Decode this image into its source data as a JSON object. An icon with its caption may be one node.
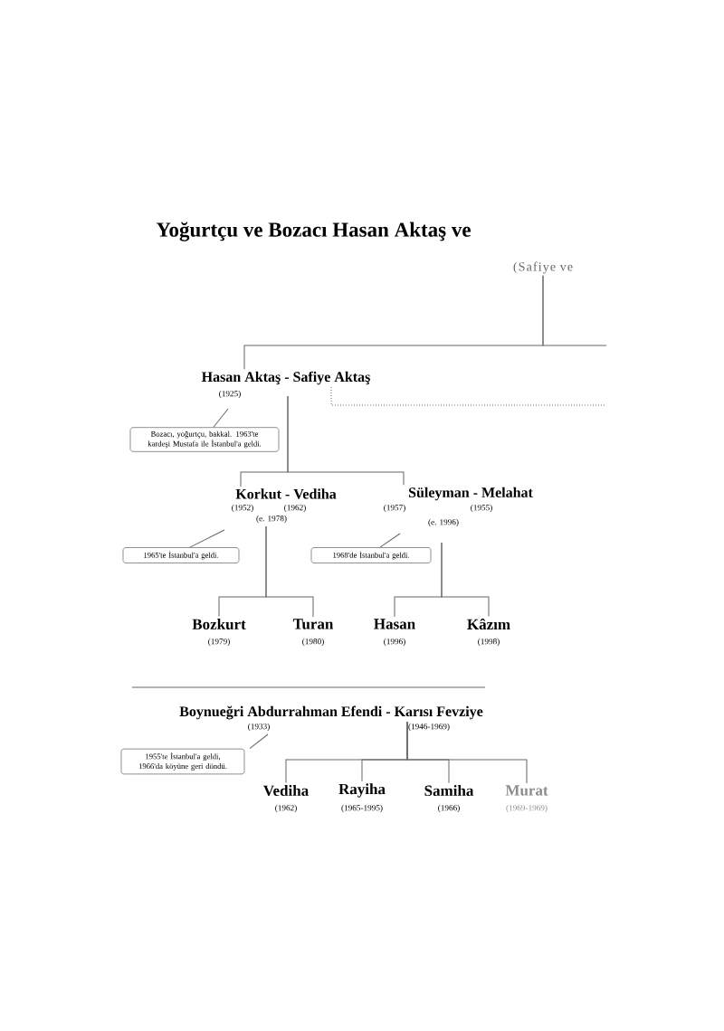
{
  "diagram": {
    "title": "Yoğurtçu ve Bozacı Hasan Aktaş ve",
    "nodes": [
      {
        "text": [
          "(Safiye ve"
        ]
      },
      {
        "text": [
          "Hasan Aktaş - Safiye Aktaş"
        ],
        "beside": [
          "(1925)"
        ]
      },
      {
        "text": [
          "Bozacı, yoğurtçu, bakkal. 1963'te kardeşi Mustafa ile İstanbul'a geldi."
        ]
      },
      {
        "text": [
          "Korkut - Vediha"
        ],
        "beside": [
          "(1952)",
          "(1962)",
          "(e. 1978)"
        ]
      },
      {
        "text": [
          "Süleyman - Melahat"
        ],
        "beside": [
          "(1957)",
          "(1955)",
          "(e. 1996)"
        ]
      },
      {
        "text": [
          "1965'te İstanbul'a geldi."
        ]
      },
      {
        "text": [
          "1968'de İstanbul'a geldi."
        ]
      },
      {
        "text": [
          "Bozkurt"
        ],
        "beside": [
          "(1979)"
        ]
      },
      {
        "text": [
          "Turan"
        ],
        "beside": [
          "(1980)"
        ]
      },
      {
        "text": [
          "Hasan"
        ],
        "beside": [
          "(1996)"
        ]
      },
      {
        "text": [
          "Kâzım"
        ],
        "beside": [
          "(1998)"
        ]
      },
      {
        "text": [
          "Boynueğri Abdurrahman Efendi - Karısı Fevziye"
        ],
        "beside": [
          "(1933)",
          "(1946-1969)"
        ]
      },
      {
        "text": [
          "1955'te İstanbul'a geldi, 1966'da köyüne geri döndü."
        ]
      },
      {
        "text": [
          "Vediha"
        ],
        "beside": [
          "(1962)"
        ]
      },
      {
        "text": [
          "Rayiha"
        ],
        "beside": [
          "(1965-1995)"
        ]
      },
      {
        "text": [
          "Samiha"
        ],
        "beside": [
          "(1966)"
        ]
      },
      {
        "text": [
          "Murat"
        ],
        "beside": [
          "(1969-1969)"
        ]
      }
    ],
    "edges": [
      {
        "from": 0,
        "to": 1,
        "arrow": "none"
      },
      {
        "from": 0,
        "to": null,
        "arrow": "none"
      },
      {
        "from": 1,
        "to": null,
        "arrow": "none",
        "style": "dashed"
      },
      {
        "from": 2,
        "to": 1,
        "arrow": "none"
      },
      {
        "from": 1,
        "to": 3,
        "arrow": "none"
      },
      {
        "from": 1,
        "to": 4,
        "arrow": "none"
      },
      {
        "from": 5,
        "to": 3,
        "arrow": "none"
      },
      {
        "from": 6,
        "to": 4,
        "arrow": "none"
      },
      {
        "from": 3,
        "to": 7,
        "arrow": "none"
      },
      {
        "from": 3,
        "to": 8,
        "arrow": "none"
      },
      {
        "from": 4,
        "to": 9,
        "arrow": "none"
      },
      {
        "from": 4,
        "to": 10,
        "arrow": "none"
      },
      {
        "from": 12,
        "to": 11,
        "arrow": "none"
      },
      {
        "from": 11,
        "to": 13,
        "arrow": "none"
      },
      {
        "from": 11,
        "to": 14,
        "arrow": "none"
      },
      {
        "from": 11,
        "to": 15,
        "arrow": "none"
      },
      {
        "from": 11,
        "to": 16,
        "arrow": "none"
      }
    ]
  }
}
